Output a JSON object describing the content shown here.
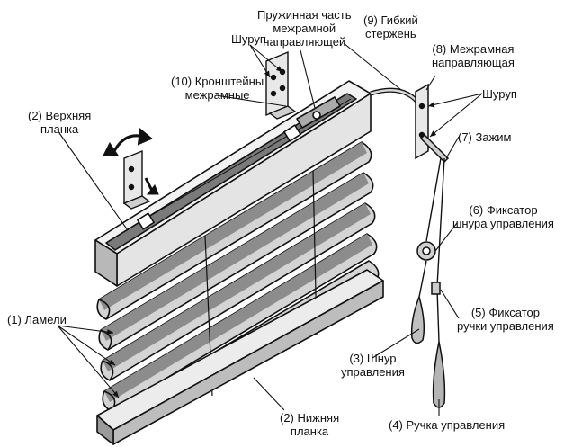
{
  "colors": {
    "ink": "#111111",
    "slat_fill": "#cfcfcf",
    "slat_shade": "#8c8c8c",
    "rail_fill": "#e6e6e6",
    "background": "#ffffff"
  },
  "labels": {
    "screw_top": "Шуруп",
    "spring_part": [
      "Пружинная часть",
      "межрамной",
      "направляющей"
    ],
    "flex_rod": [
      "(9) Гибкий",
      "стержень"
    ],
    "guide": [
      "(8) Межрамная",
      "направляющая"
    ],
    "screw_right": "Шуруп",
    "clamp": "(7) Зажим",
    "brackets": [
      "(10) Кронштейны",
      "межрамные"
    ],
    "top_rail": [
      "(2) Верхняя",
      "планка"
    ],
    "cord_lock": [
      "(6) Фиксатор",
      "шнура управления"
    ],
    "handle_lock": [
      "(5) Фиксатор",
      "ручки управления"
    ],
    "slats": "(1) Ламели",
    "cord": [
      "(3) Шнур",
      "управления"
    ],
    "bottom_rail": [
      "(2) Нижняя",
      "планка"
    ],
    "handle": "(4) Ручка управления"
  },
  "icons": {
    "rotate_arrow": "curved-arrow-icon",
    "down_arrow": "down-arrow-icon"
  }
}
